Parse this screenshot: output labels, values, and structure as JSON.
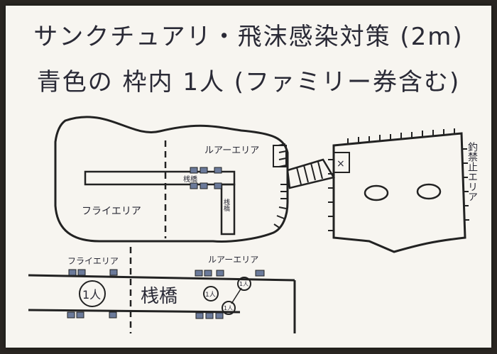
{
  "title_line1": "サンクチュアリ・飛沫感染対策 (2m)",
  "title_line2": "青色の 枠内 1人 (ファミリー券含む)",
  "map": {
    "lure_area": "ルアーエリア",
    "fly_area": "フライエリア",
    "catch_release_area": "釣禁止エリア",
    "x_mark": "×",
    "walkway_top": "桟橋",
    "walkway_side": "桟橋"
  },
  "pier": {
    "fly_area": "フライエリア",
    "lure_area": "ルアーエリア",
    "pier_label": "桟橋",
    "one_person_big": "1人",
    "one_person_small": "1人",
    "one_person_upper": "1人",
    "one_person_lower": "1人"
  }
}
